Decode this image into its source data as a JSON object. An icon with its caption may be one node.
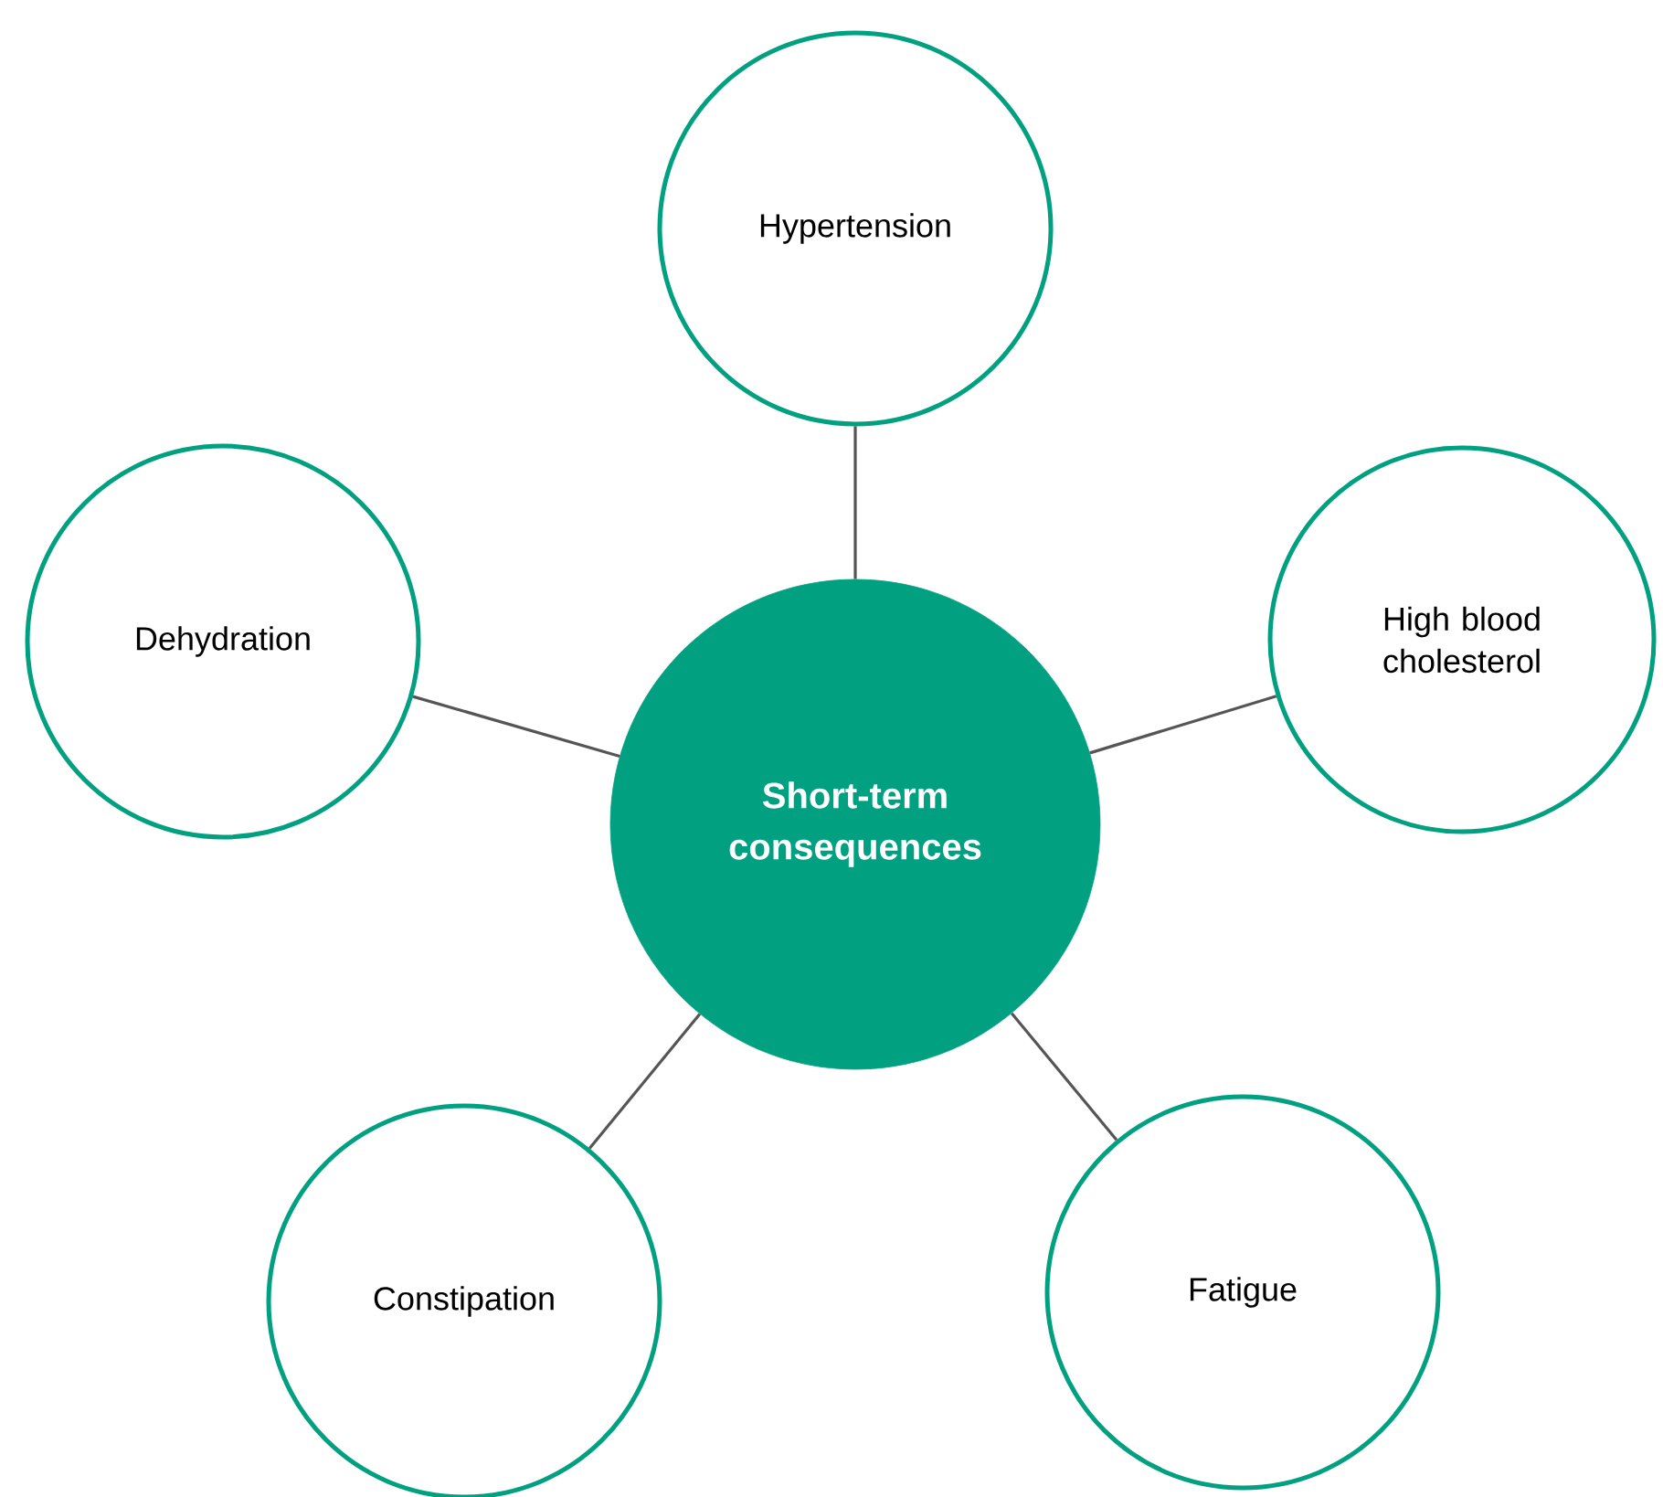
{
  "diagram": {
    "nodes": [
      {
        "text": [
          "Short-term consequences"
        ]
      },
      {
        "text": [
          "Hypertension"
        ]
      },
      {
        "text": [
          "High blood cholesterol"
        ]
      },
      {
        "text": [
          "Fatigue"
        ]
      },
      {
        "text": [
          "Constipation"
        ]
      },
      {
        "text": [
          "Dehydration"
        ]
      }
    ],
    "edges": [
      {
        "from": 0,
        "to": 1,
        "arrow": "none"
      },
      {
        "from": 0,
        "to": 2,
        "arrow": "none"
      },
      {
        "from": 0,
        "to": 3,
        "arrow": "none"
      },
      {
        "from": 0,
        "to": 4,
        "arrow": "none"
      },
      {
        "from": 0,
        "to": 5,
        "arrow": "none"
      }
    ]
  }
}
